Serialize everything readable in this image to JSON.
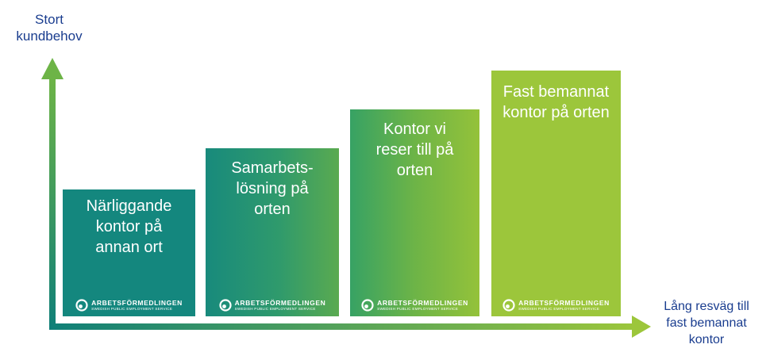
{
  "y_axis_label": "Stort\nkundbehov",
  "x_axis_label": "Lång resväg till\nfast bemannat\nkontor",
  "boxes": [
    {
      "label": "Närliggande\nkontor på\nannan ort",
      "logo_name": "ARBETSFÖRMEDLINGEN",
      "logo_sub": "SWEDISH PUBLIC EMPLOYMENT SERVICE"
    },
    {
      "label": "Samarbets-\nlösning på\norten",
      "logo_name": "ARBETSFÖRMEDLINGEN",
      "logo_sub": "SWEDISH PUBLIC EMPLOYMENT SERVICE"
    },
    {
      "label": "Kontor vi\nreser till på\norten",
      "logo_name": "ARBETSFÖRMEDLINGEN",
      "logo_sub": "SWEDISH PUBLIC EMPLOYMENT SERVICE"
    },
    {
      "label": "Fast bemannat\nkontor på orten",
      "logo_name": "ARBETSFÖRMEDLINGEN",
      "logo_sub": "SWEDISH PUBLIC EMPLOYMENT SERVICE"
    }
  ],
  "colors": {
    "axis_start": "#0f7f78",
    "axis_end": "#9cc63b",
    "label_text": "#1a3d8f"
  }
}
